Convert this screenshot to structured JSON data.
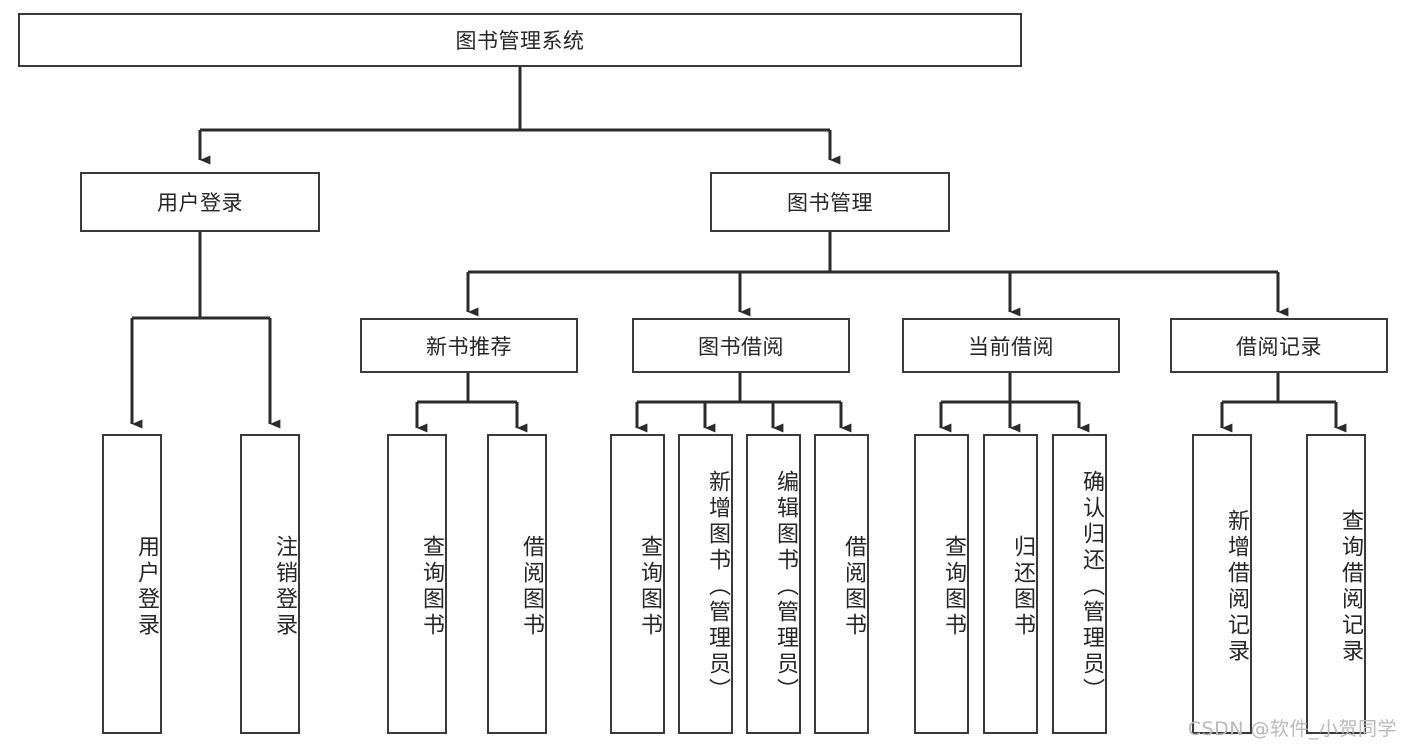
{
  "diagram": {
    "type": "tree",
    "title": "图书管理系统",
    "orientation": "top-down",
    "colors": {
      "box_border": "#3a3a3a",
      "box_fill": "#ffffff",
      "connector": "#2b2b2b",
      "text": "#262626",
      "background": "#ffffff",
      "watermark": "#b9b9b9"
    },
    "root": {
      "label": "图书管理系统"
    },
    "level2": [
      {
        "label": "用户登录"
      },
      {
        "label": "图书管理"
      }
    ],
    "level3": [
      {
        "label": "新书推荐"
      },
      {
        "label": "图书借阅"
      },
      {
        "label": "当前借阅"
      },
      {
        "label": "借阅记录"
      }
    ],
    "leaves_user_login": [
      {
        "label": "用户登录"
      },
      {
        "label": "注销登录"
      }
    ],
    "leaves_new_book": [
      {
        "label": "查询图书"
      },
      {
        "label": "借阅图书"
      }
    ],
    "leaves_borrow": [
      {
        "label": "查询图书"
      },
      {
        "label": "新增图书（管理员）"
      },
      {
        "label": "编辑图书（管理员）"
      },
      {
        "label": "借阅图书"
      }
    ],
    "leaves_current": [
      {
        "label": "查询图书"
      },
      {
        "label": "归还图书"
      },
      {
        "label": "确认归还（管理员）"
      }
    ],
    "leaves_records": [
      {
        "label": "新增借阅记录"
      },
      {
        "label": "查询借阅记录"
      }
    ]
  },
  "watermark": {
    "text": "CSDN @软件_小贺同学"
  }
}
